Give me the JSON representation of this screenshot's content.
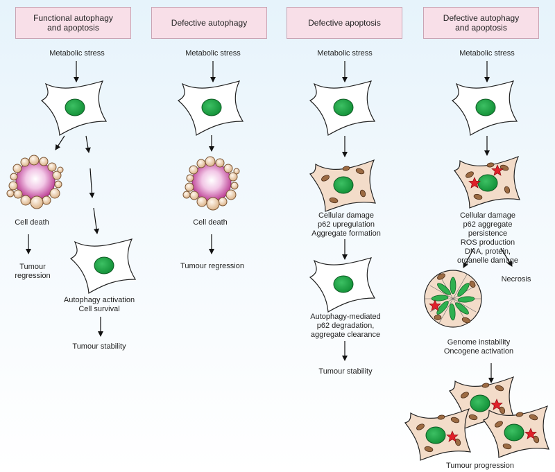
{
  "headers": [
    "Functional autophagy\nand apoptosis",
    "Defective autophagy",
    "Defective apoptosis",
    "Defective autophagy\nand apoptosis"
  ],
  "labels": {
    "stress": "Metabolic stress",
    "cell_death": "Cell death",
    "tumour_regression_split": "Tumour\nregression",
    "tumour_regression": "Tumour regression",
    "autophagy_activation": "Autophagy activation\nCell survival",
    "tumour_stability": "Tumour stability",
    "damage_col3": "Cellular damage\np62 upregulation\nAggregate formation",
    "degradation": "Autophagy-mediated\np62 degradation,\naggregate clearance",
    "damage_col4": "Cellular damage\np62 aggregate persistence\nROS production\nDNA, protein, organelle damage",
    "necrosis": "Necrosis",
    "genome": "Genome instability\nOncogene activation",
    "progression": "Tumour progression"
  },
  "colors": {
    "header_bg": "#f8dfe8",
    "nucleus": "#22a84a",
    "damaged_cell": "#f3dcc9",
    "vesicle": "#e9caa2",
    "star": "#e0202a",
    "dying_cell": "#c23a9b"
  }
}
